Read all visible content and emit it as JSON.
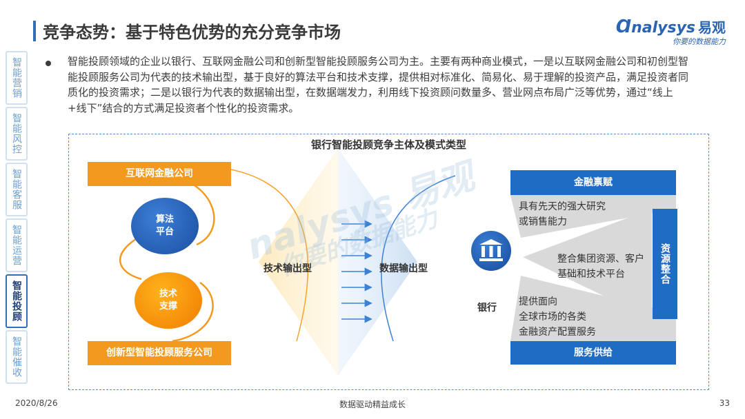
{
  "header": {
    "title": "竞争态势：基于特色优势的充分竞争市场",
    "logo_main": "nalysys",
    "logo_cn": "易观",
    "logo_sub": "你要的数据能力"
  },
  "sidenav": [
    {
      "label": "智能营销",
      "active": false
    },
    {
      "label": "智能风控",
      "active": false
    },
    {
      "label": "智能客服",
      "active": false
    },
    {
      "label": "智能运营",
      "active": false
    },
    {
      "label": "智能投顾",
      "active": true
    },
    {
      "label": "智能催收",
      "active": false
    }
  ],
  "body": {
    "paragraph": "智能投顾领域的企业以银行、互联网金融公司和创新型智能投顾服务公司为主。主要有两种商业模式，一是以互联网金融公司和初创型智能投顾服务公司为代表的技术输出型，基于良好的算法平台和技术支撑，提供相对标准化、简易化、易于理解的投资产品，满足投资者同质化的投资需求；二是以银行为代表的数据输出型，在数据端发力，利用线下投资顾问数量多、营业网点布局广泛等优势，通过“线上+线下”结合的方式满足投资者个性化的投资需求。"
  },
  "diagram": {
    "title": "银行智能投顾竞争主体及模式类型",
    "left": {
      "top_box": "互联网金融公司",
      "bottom_box": "创新型智能投顾服务公司",
      "circle1": "算法平台",
      "circle1_l1": "算法",
      "circle1_l2": "平台",
      "circle2_l1": "技术",
      "circle2_l2": "支撑"
    },
    "mode_left": "技术输出型",
    "mode_right": "数据输出型",
    "right": {
      "bank_label": "银行",
      "top_box": "金融禀赋",
      "bottom_box": "服务供给",
      "side_box": "资源整合",
      "text1_l1": "具有先天的强大研究",
      "text1_l2": "或销售能力",
      "text2_l1": "整合集团资源、客户",
      "text2_l2": "基础和技术平台",
      "text3_l1": "提供面向",
      "text3_l2": "全球市场的各类",
      "text3_l3": "金融资产配置服务"
    },
    "watermark_main": "nalysys 易观",
    "watermark_sub": "你要的数据能力"
  },
  "colors": {
    "orange": "#f39a1e",
    "blue": "#1f6cc4",
    "arrow_blue": "#3b82d6"
  },
  "footer": {
    "date": "2020/8/26",
    "center": "数据驱动精益成长",
    "page": "33"
  }
}
